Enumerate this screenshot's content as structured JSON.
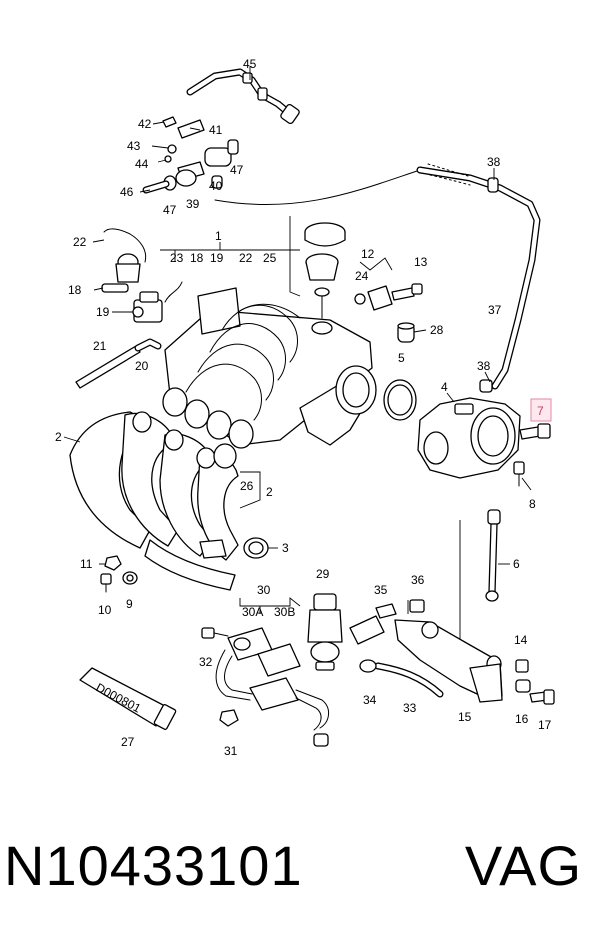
{
  "diagram": {
    "callouts": [
      {
        "id": "c45",
        "text": "45"
      },
      {
        "id": "c42",
        "text": "42"
      },
      {
        "id": "c41",
        "text": "41"
      },
      {
        "id": "c43",
        "text": "43"
      },
      {
        "id": "c44",
        "text": "44"
      },
      {
        "id": "c40",
        "text": "40"
      },
      {
        "id": "c47a",
        "text": "47"
      },
      {
        "id": "c46",
        "text": "46"
      },
      {
        "id": "c47b",
        "text": "47"
      },
      {
        "id": "c39",
        "text": "39"
      },
      {
        "id": "c38a",
        "text": "38"
      },
      {
        "id": "c1",
        "text": "1"
      },
      {
        "id": "c22a",
        "text": "22"
      },
      {
        "id": "c23",
        "text": "23"
      },
      {
        "id": "c18a",
        "text": "18"
      },
      {
        "id": "c19a",
        "text": "19"
      },
      {
        "id": "c22b",
        "text": "22"
      },
      {
        "id": "c25",
        "text": "25"
      },
      {
        "id": "c12",
        "text": "12"
      },
      {
        "id": "c24",
        "text": "24"
      },
      {
        "id": "c13",
        "text": "13"
      },
      {
        "id": "c18b",
        "text": "18"
      },
      {
        "id": "c37",
        "text": "37"
      },
      {
        "id": "c19b",
        "text": "19"
      },
      {
        "id": "c28",
        "text": "28"
      },
      {
        "id": "c21",
        "text": "21"
      },
      {
        "id": "c20",
        "text": "20"
      },
      {
        "id": "c5",
        "text": "5"
      },
      {
        "id": "c38b",
        "text": "38"
      },
      {
        "id": "c4",
        "text": "4"
      },
      {
        "id": "c7",
        "text": "7"
      },
      {
        "id": "c2a",
        "text": "2"
      },
      {
        "id": "c8",
        "text": "8"
      },
      {
        "id": "c26",
        "text": "26"
      },
      {
        "id": "c2b",
        "text": "2"
      },
      {
        "id": "c3",
        "text": "3"
      },
      {
        "id": "c6",
        "text": "6"
      },
      {
        "id": "c11",
        "text": "11"
      },
      {
        "id": "c9",
        "text": "9"
      },
      {
        "id": "c10",
        "text": "10"
      },
      {
        "id": "c30",
        "text": "30"
      },
      {
        "id": "c29",
        "text": "29"
      },
      {
        "id": "c35",
        "text": "35"
      },
      {
        "id": "c36",
        "text": "36"
      },
      {
        "id": "c30a",
        "text": "30A"
      },
      {
        "id": "c30b",
        "text": "30B"
      },
      {
        "id": "c32",
        "text": "32"
      },
      {
        "id": "c14",
        "text": "14"
      },
      {
        "id": "c27",
        "text": "27"
      },
      {
        "id": "c34",
        "text": "34"
      },
      {
        "id": "c33",
        "text": "33"
      },
      {
        "id": "c15",
        "text": "15"
      },
      {
        "id": "c16",
        "text": "16"
      },
      {
        "id": "c17",
        "text": "17"
      },
      {
        "id": "c31",
        "text": "31"
      }
    ],
    "highlighted_callout": "7",
    "sealant_tube_label": "D000801",
    "highlight_color": "#c63f63"
  },
  "footer": {
    "part_number": "N10433101",
    "brand": "VAG"
  }
}
